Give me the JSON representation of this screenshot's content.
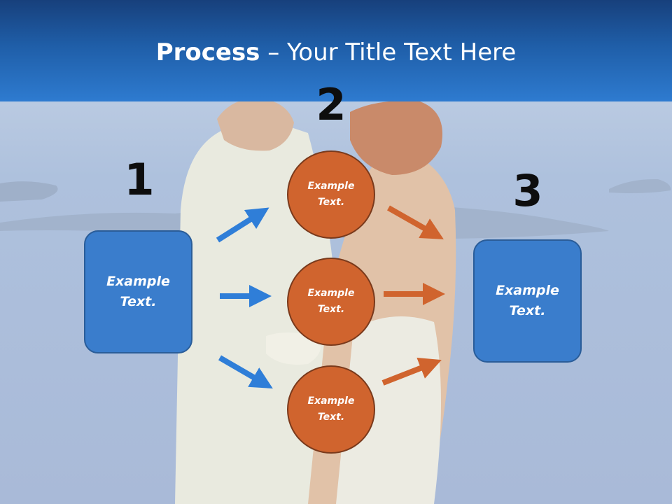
{
  "slide": {
    "title_bold": "Process",
    "title_rest": " – Your Title Text Here",
    "steps": [
      {
        "number": "1",
        "text": "Example Text."
      },
      {
        "number": "2",
        "texts": [
          "Example Text.",
          "Example Text.",
          "Example Text."
        ]
      },
      {
        "number": "3",
        "text": "Example Text."
      }
    ]
  },
  "colors": {
    "header_blue": "#1f5ea8",
    "box_blue": "#3a7dcc",
    "circle_orange": "#d0642e",
    "arrow_blue": "#2f7ed8",
    "arrow_orange": "#d0642e"
  }
}
